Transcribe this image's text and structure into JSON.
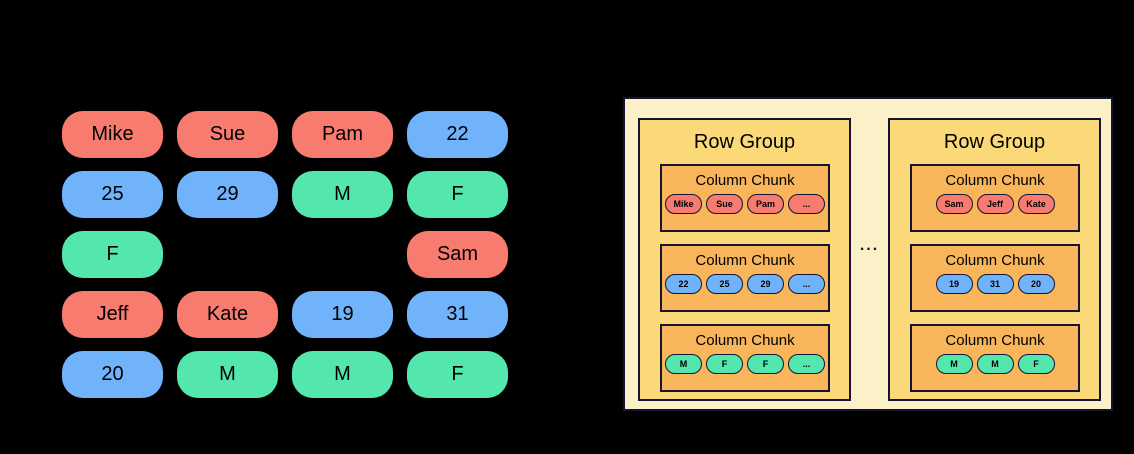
{
  "diagram": {
    "colors": {
      "name": "#F87B70",
      "age": "#71B3FB",
      "gender": "#54E7AD",
      "file_bg": "#FBF0C7",
      "row_group_bg": "#FBD978",
      "column_chunk_bg": "#F8B55A",
      "border": "#141432",
      "text": "#000000",
      "background": "#000000"
    },
    "source_grid": {
      "cells": [
        {
          "label": "Mike",
          "type": "name",
          "row": 1,
          "col": 1
        },
        {
          "label": "Sue",
          "type": "name",
          "row": 1,
          "col": 2
        },
        {
          "label": "Pam",
          "type": "name",
          "row": 1,
          "col": 3
        },
        {
          "label": "22",
          "type": "age",
          "row": 1,
          "col": 4
        },
        {
          "label": "25",
          "type": "age",
          "row": 2,
          "col": 1
        },
        {
          "label": "29",
          "type": "age",
          "row": 2,
          "col": 2
        },
        {
          "label": "M",
          "type": "gender",
          "row": 2,
          "col": 3
        },
        {
          "label": "F",
          "type": "gender",
          "row": 2,
          "col": 4
        },
        {
          "label": "F",
          "type": "gender",
          "row": 3,
          "col": 1
        },
        {
          "label": "Sam",
          "type": "name",
          "row": 3,
          "col": 4
        },
        {
          "label": "Jeff",
          "type": "name",
          "row": 4,
          "col": 1
        },
        {
          "label": "Kate",
          "type": "name",
          "row": 4,
          "col": 2
        },
        {
          "label": "19",
          "type": "age",
          "row": 4,
          "col": 3
        },
        {
          "label": "31",
          "type": "age",
          "row": 4,
          "col": 4
        },
        {
          "label": "20",
          "type": "age",
          "row": 5,
          "col": 1
        },
        {
          "label": "M",
          "type": "gender",
          "row": 5,
          "col": 2
        },
        {
          "label": "M",
          "type": "gender",
          "row": 5,
          "col": 3
        },
        {
          "label": "F",
          "type": "gender",
          "row": 5,
          "col": 4
        }
      ]
    },
    "parquet_file": {
      "separator": "...",
      "row_groups": [
        {
          "title": "Row Group",
          "column_chunks": [
            {
              "title": "Column Chunk",
              "type": "name",
              "pills": [
                "Mike",
                "Sue",
                "Pam",
                "..."
              ]
            },
            {
              "title": "Column Chunk",
              "type": "age",
              "pills": [
                "22",
                "25",
                "29",
                "..."
              ]
            },
            {
              "title": "Column Chunk",
              "type": "gender",
              "pills": [
                "M",
                "F",
                "F",
                "..."
              ]
            }
          ]
        },
        {
          "title": "Row Group",
          "column_chunks": [
            {
              "title": "Column Chunk",
              "type": "name",
              "pills": [
                "Sam",
                "Jeff",
                "Kate"
              ]
            },
            {
              "title": "Column Chunk",
              "type": "age",
              "pills": [
                "19",
                "31",
                "20"
              ]
            },
            {
              "title": "Column Chunk",
              "type": "gender",
              "pills": [
                "M",
                "M",
                "F"
              ]
            }
          ]
        }
      ]
    }
  }
}
